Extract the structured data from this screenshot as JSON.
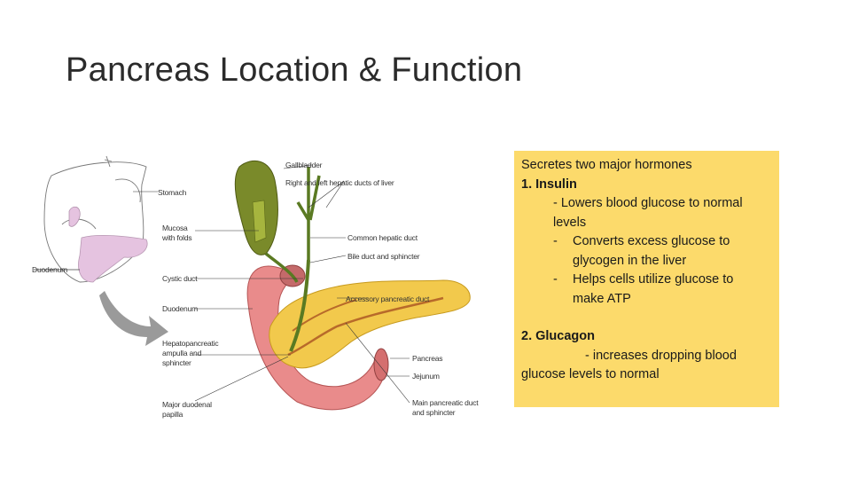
{
  "slide": {
    "title": "Pancreas Location & Function"
  },
  "figure_labels": {
    "gallbladder": "Gallbladder",
    "hepatic_ducts": "Right and left hepatic ducts of liver",
    "stomach": "Stomach",
    "mucosa": "Mucosa",
    "mucosa2": "with folds",
    "common_hepatic": "Common hepatic duct",
    "bile_duct": "Bile duct and sphincter",
    "duodenum_left": "Duodenum",
    "cystic_duct": "Cystic duct",
    "accessory_duct": "Accessory pancreatic duct",
    "duodenum": "Duodenum",
    "ampulla1": "Hepatopancreatic",
    "ampulla2": "ampulla and",
    "ampulla3": "sphincter",
    "pancreas": "Pancreas",
    "jejunum": "Jejunum",
    "papilla1": "Major duodenal",
    "papilla2": "papilla",
    "main_duct1": "Main pancreatic duct",
    "main_duct2": "and sphincter"
  },
  "info": {
    "line1": "Secretes two major hormones",
    "insulin_heading": "1. Insulin",
    "insulin_a": "- Lowers blood glucose to normal",
    "insulin_a2": "levels",
    "insulin_b_dash": "-",
    "insulin_b": "Converts excess glucose to",
    "insulin_b2": "glycogen in the liver",
    "insulin_c_dash": "-",
    "insulin_c": "Helps cells utilize glucose to",
    "insulin_c2": "make ATP",
    "glucagon_heading": "2. Glucagon",
    "glucagon_a": "- increases dropping blood",
    "glucagon_a2": "glucose levels to normal"
  },
  "colors": {
    "info_bg": "#fcda6b",
    "pancreas": "#f2c94c",
    "duodenum": "#e98b8b",
    "gallbladder": "#7a8a2a"
  }
}
